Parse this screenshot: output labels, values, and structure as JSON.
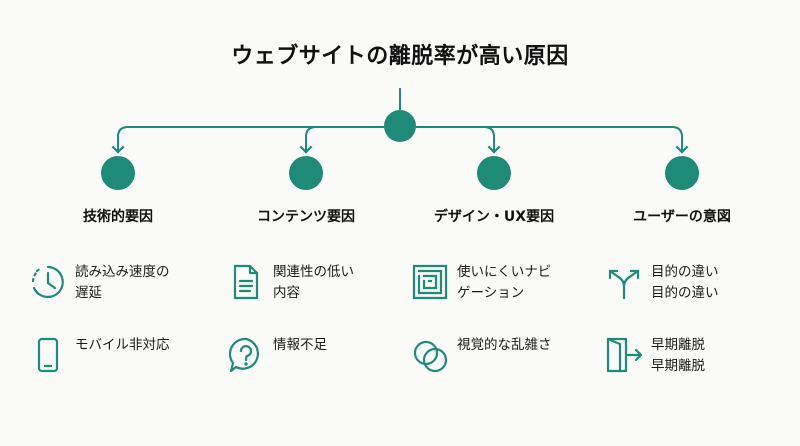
{
  "title": "ウェブサイトの離脱率が高い原因",
  "colors": {
    "accent": "#1e8a78",
    "background": "#fafaf8",
    "text": "#111111"
  },
  "categories": [
    {
      "label": "技術的要因",
      "items": [
        {
          "icon": "clock-icon",
          "lines": [
            "読み込み速度の",
            "遅延"
          ]
        },
        {
          "icon": "smartphone-icon",
          "lines": [
            "モバイル非対応"
          ]
        }
      ]
    },
    {
      "label": "コンテンツ要因",
      "items": [
        {
          "icon": "document-icon",
          "lines": [
            "関連性の低い",
            "内容"
          ]
        },
        {
          "icon": "question-bubble-icon",
          "lines": [
            "情報不足"
          ]
        }
      ]
    },
    {
      "label": "デザイン・UX要因",
      "items": [
        {
          "icon": "maze-icon",
          "lines": [
            "使いにくいナビ",
            "ゲーション"
          ]
        },
        {
          "icon": "overlapping-circles-icon",
          "lines": [
            "視覚的な乱雑さ"
          ]
        }
      ]
    },
    {
      "label": "ユーザーの意図",
      "items": [
        {
          "icon": "split-arrows-icon",
          "lines": [
            "目的の違い",
            "目的の違い"
          ]
        },
        {
          "icon": "exit-door-icon",
          "lines": [
            "早期離脱",
            "早期離脱"
          ]
        }
      ]
    }
  ]
}
